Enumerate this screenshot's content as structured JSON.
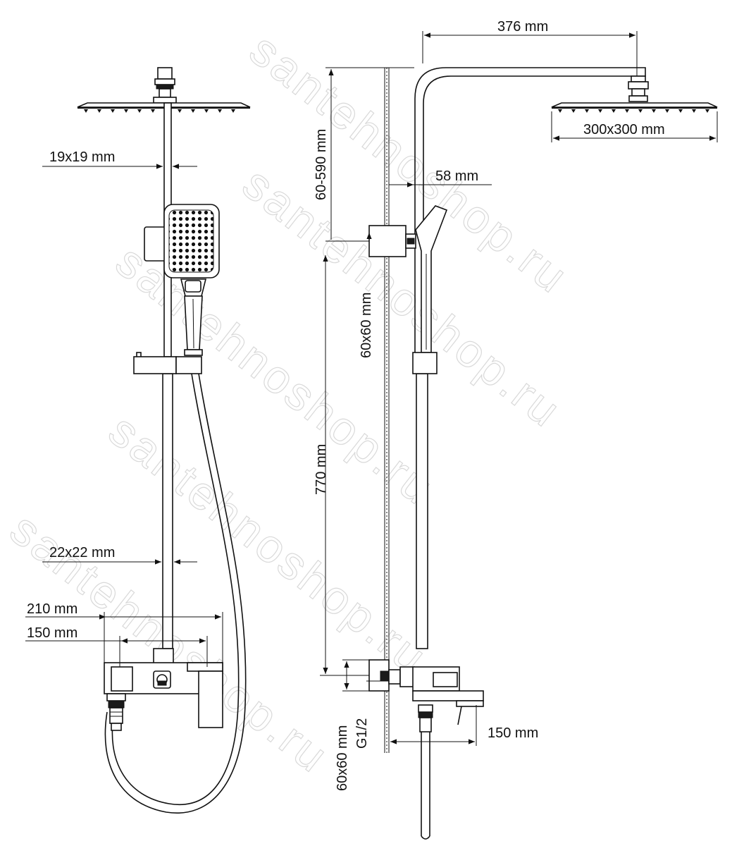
{
  "watermark": {
    "text": "santehnoshop.ru"
  },
  "dimensions": {
    "front": {
      "pipe_top": "19x19 mm",
      "pipe_bottom": "22x22 mm",
      "width_total": "210 mm",
      "width_center": "150 mm"
    },
    "side": {
      "arm_length": "376 mm",
      "head_size": "300x300 mm",
      "height_adjust": "60-590 mm",
      "wall_offset": "58 mm",
      "bracket_top": "60x60 mm",
      "rail_length": "770 mm",
      "bracket_bottom": "60x60 mm",
      "thread": "G1/2",
      "spout_offset": "150 mm"
    }
  }
}
